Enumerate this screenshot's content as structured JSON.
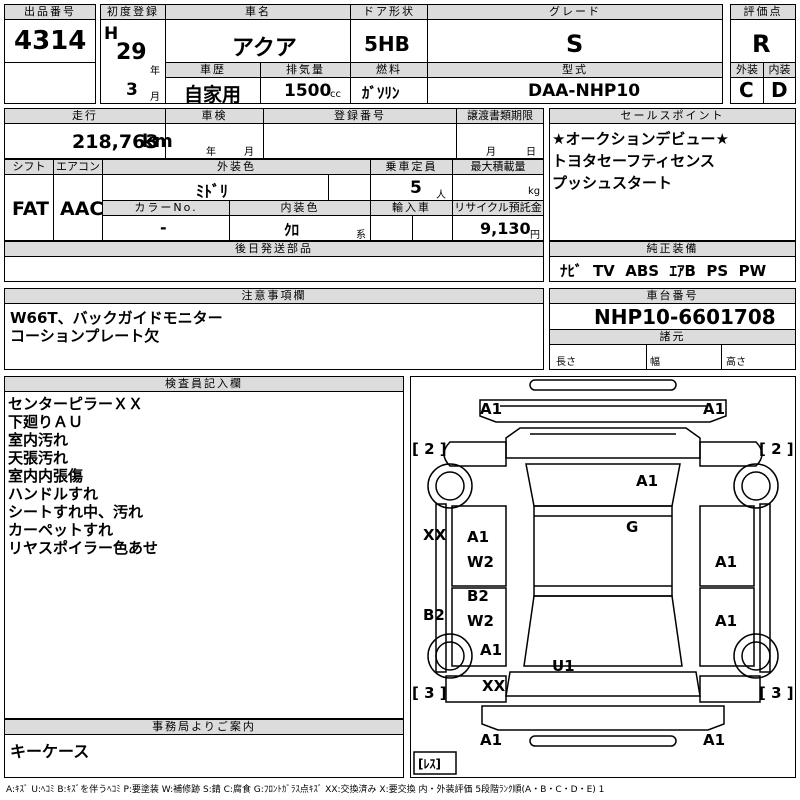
{
  "header": {
    "lot_label": "出品番号",
    "lot": "4314",
    "reg_label": "初度登録",
    "era": "H",
    "year": "29",
    "year_unit": "年",
    "month": "3",
    "month_unit": "月",
    "name_label": "車名",
    "name": "アクア",
    "door_label": "ドア形状",
    "door": "5HB",
    "grade_label": "グレード",
    "grade": "S",
    "score_label": "評価点",
    "score": "R",
    "history_label": "車歴",
    "history": "自家用",
    "disp_label": "排気量",
    "disp": "1500",
    "disp_unit": "cc",
    "fuel_label": "燃料",
    "fuel": "ｶﾞｿﾘﾝ",
    "model_label": "型式",
    "model": "DAA-NHP10",
    "ext_label": "外装",
    "ext": "C",
    "int_label": "内装",
    "int": "D"
  },
  "row2": {
    "mileage_label": "走行",
    "mileage": "218,763",
    "mileage_unit": "km",
    "inspect_label": "車検",
    "inspect_year": "年",
    "inspect_month": "月",
    "regno_label": "登録番号",
    "transfer_label": "譲渡書類期限",
    "transfer_month": "月",
    "transfer_day": "日",
    "sales_label": "セールスポイント",
    "sales": [
      "★オークションデビュー★",
      "トヨタセーフティセンス",
      "プッシュスタート"
    ]
  },
  "row3": {
    "shift_label": "シフト",
    "shift": "FAT",
    "ac_label": "エアコン",
    "ac": "AAC",
    "color_label": "外装色",
    "color": "ﾐﾄﾞﾘ",
    "capacity_label": "乗車定員",
    "capacity": "5",
    "capacity_unit": "人",
    "load_label": "最大積載量",
    "load_unit": "kg",
    "colorno_label": "カラーNo.",
    "colorno": "-",
    "interior_label": "内装色",
    "interior": "ｸﾛ",
    "interior_unit": "系",
    "import_label": "輸入車",
    "recycle_label": "リサイクル預託金",
    "recycle": "9,130",
    "recycle_unit": "円",
    "later_label": "後日発送部品",
    "equip_label": "純正装備",
    "equip": "ﾅﾋﾞ  TV  ABS  ｴｱB  PS  PW"
  },
  "notes": {
    "label": "注意事項欄",
    "lines": [
      "W66T、バックガイドモニター",
      "コーションプレート欠"
    ],
    "chassis_label": "車台番号",
    "chassis": "NHP10-6601708",
    "spec_label": "諸元",
    "len": "長さ",
    "wid": "幅",
    "hei": "高さ"
  },
  "inspector": {
    "label": "検査員記入欄",
    "lines": [
      "センターピラーＸＸ",
      "下廻りＡＵ",
      "室内汚れ",
      "天張汚れ",
      "室内内張傷",
      "ハンドルすれ",
      "シートすれ中、汚れ",
      "カーペットすれ",
      "リヤスポイラー色あせ"
    ]
  },
  "office": {
    "label": "事務局よりご案内",
    "text": "キーケース"
  },
  "diagram": {
    "tire_fl": "[ 2 ]",
    "tire_fr": "[ 2 ]",
    "tire_rl": "[ 3 ]",
    "tire_rr": "[ 3 ]",
    "spare": "[ﾚｽ]",
    "m_front_l": "A1",
    "m_front_r": "A1",
    "m_hood": "A1",
    "m_glass": "G",
    "m_pillar": "XX",
    "m_fdoor_l1": "A1",
    "m_fdoor_l2": "W2",
    "m_fdoor_r": "A1",
    "m_rdoor_l1": "B2",
    "m_rdoor_l2": "W2",
    "m_rdoor_r": "A1",
    "m_sill": "B2",
    "m_qtr_l": "A1",
    "m_roof": "U1",
    "m_rear_xx": "XX",
    "m_rear_l": "A1",
    "m_rear_r": "A1"
  },
  "legend": "A:ｷｽﾞ U:ﾍｺﾐ B:ｷｽﾞを伴うﾍｺﾐ P:要塗装 W:補修跡 S:錆 C:腐食 G:ﾌﾛﾝﾄｶﾞﾗｽ点ｷｽﾞ XX:交換済み X:要交換  内・外装評価 5段階ﾗﾝｸ順(A・B・C・D・E) 1"
}
